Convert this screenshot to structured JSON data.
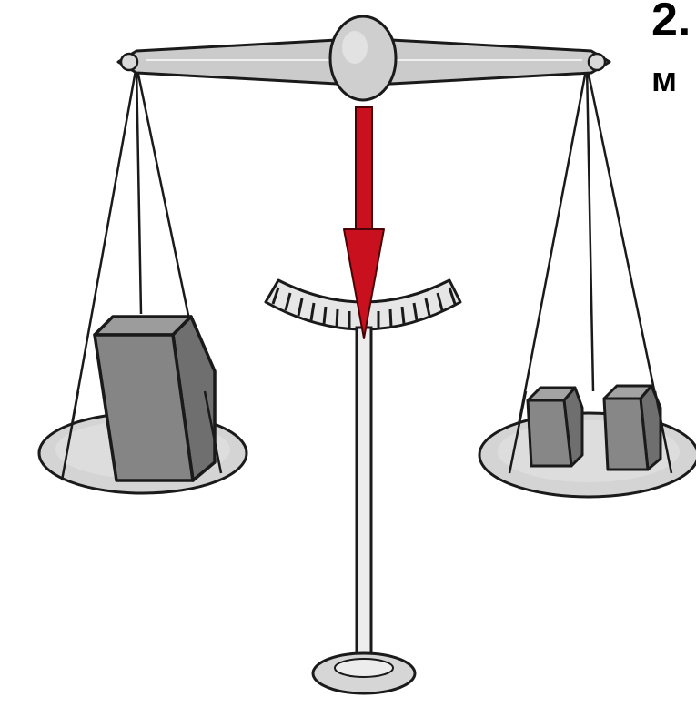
{
  "text": {
    "title_fragment": "2.",
    "subtitle_fragment": "м"
  },
  "colors": {
    "pointer": "#c8101e",
    "beam": "#c9c9c9",
    "pan": "#cfcfcf",
    "weight_dark": "#808080",
    "weight_light": "#a6a6a6",
    "outline": "#1a1a1a",
    "background": "#ffffff"
  },
  "illustration": {
    "subject": "balance-scale",
    "left_pan_items": 1,
    "right_pan_items": 2
  }
}
